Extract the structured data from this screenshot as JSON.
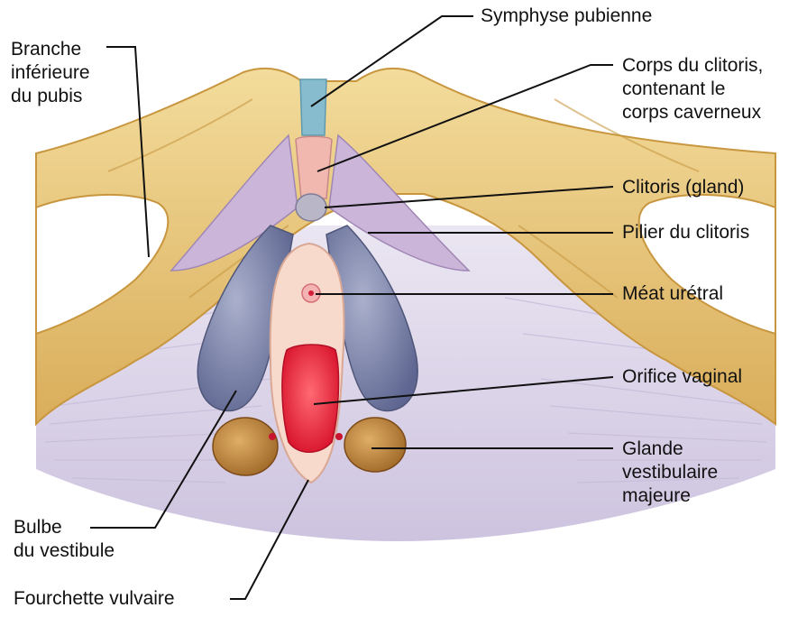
{
  "figure": {
    "labels": {
      "symphyse": [
        "Symphyse pubienne"
      ],
      "branche": [
        "Branche",
        "inférieure",
        "du pubis"
      ],
      "corps": [
        "Corps du clitoris,",
        "contenant le",
        "corps caverneux"
      ],
      "gland": [
        "Clitoris (gland)"
      ],
      "pilier": [
        "Pilier du clitoris"
      ],
      "meat": [
        "Méat urétral"
      ],
      "orifice": [
        "Orifice vaginal"
      ],
      "glande": [
        "Glande",
        "vestibulaire",
        "majeure"
      ],
      "bulbe": [
        "Bulbe",
        "du vestibule"
      ],
      "fourchette": [
        "Fourchette vulvaire"
      ]
    },
    "colors": {
      "bone": "#e9c77a",
      "bone_shadow": "#c89a45",
      "muscle": "#d9d2e6",
      "muscle_stripe": "#c3b9d8",
      "bulb": "#7c84a8",
      "bulb_dark": "#555c82",
      "pillar": "#c8b0d6",
      "symphysis": "#7fb6c8",
      "vestibule": "#f6d6c8",
      "vaginal": "#e8283c",
      "gland": "#c48a3c",
      "leader": "#111111"
    }
  }
}
